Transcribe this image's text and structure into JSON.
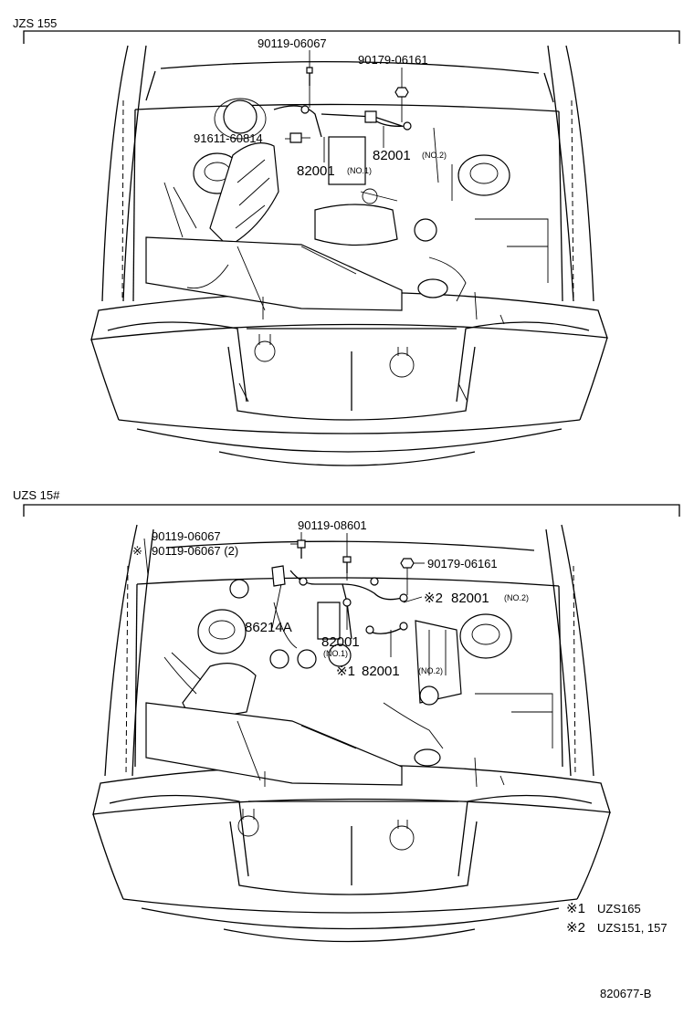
{
  "sections": [
    {
      "model": "JZS 155",
      "callouts": [
        {
          "part": "90119-06067"
        },
        {
          "part": "90179-06161"
        },
        {
          "part": "91611-60814"
        },
        {
          "part": "82001",
          "note": "(NO.1)"
        },
        {
          "part": "82001",
          "note": "(NO.2)"
        }
      ]
    },
    {
      "model": "UZS 15#",
      "callouts": [
        {
          "part": "90119-06067"
        },
        {
          "mark": "※",
          "part": "90119-06067 (2)"
        },
        {
          "part": "90119-08601"
        },
        {
          "part": "90179-06161"
        },
        {
          "mark": "※2",
          "part": "82001",
          "note": "(NO.2)"
        },
        {
          "part": "86214A"
        },
        {
          "part": "82001",
          "note": "(NO.1)"
        },
        {
          "mark": "※1",
          "part": "82001",
          "note": "(NO.2)"
        }
      ]
    }
  ],
  "legend": [
    {
      "mark": "※1",
      "text": "UZS165"
    },
    {
      "mark": "※2",
      "text": "UZS151, 157"
    }
  ],
  "figure_id": "820677-B"
}
